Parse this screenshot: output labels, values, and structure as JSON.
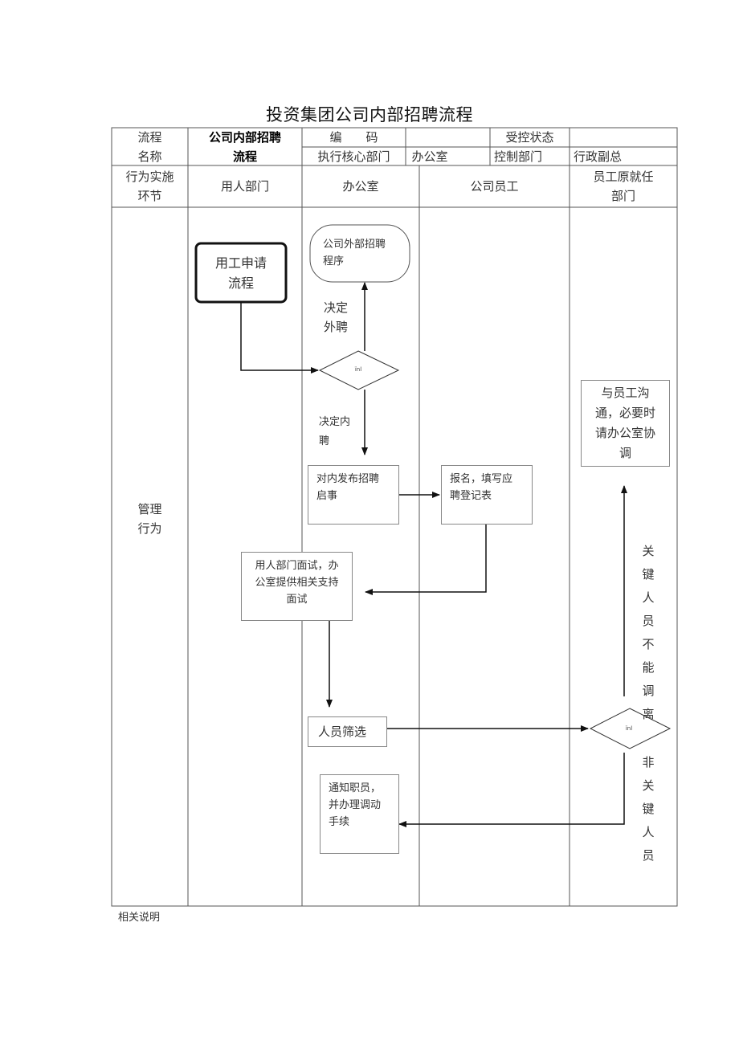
{
  "title": "投资集团公司内部招聘流程",
  "header": {
    "process_name_label": "流程\n名称",
    "process_name": "公司内部招聘\n流程",
    "code_label": "编　　码",
    "code_value": "",
    "status_label": "受控状态",
    "status_value": "",
    "core_dept_label": "执行核心部门",
    "core_dept_value": "办公室",
    "control_dept_label": "控制部门",
    "control_dept_value": "行政副总"
  },
  "lanes": {
    "stage_label": "行为实施\n环节",
    "lane1": "用人部门",
    "lane2": "办公室",
    "lane3": "公司员工",
    "lane4": "员工原就任\n部门",
    "row_label": "管理\n行为"
  },
  "nodes": {
    "start": "用工申请\n流程",
    "external": "公司外部招聘\n程序",
    "decision1": "ïnl",
    "publish": "对内发布招聘\n启事",
    "register": "报名，填写应\n聘登记表",
    "interview": "用人部门面试，办\n公室提供相关支持\n面试",
    "screen": "人员筛选",
    "decision2": "ïnl",
    "communicate": "与员工沟\n通，必要时\n请办公室协\n调",
    "notify": "通知职员，\n并办理调动\n手续"
  },
  "labels": {
    "external_hire": "决定\n外聘",
    "internal_hire": "决定内\n聘",
    "key_staff": "关键人员不能调离",
    "non_key_staff": "非关键人员"
  },
  "footer": "相关说明"
}
